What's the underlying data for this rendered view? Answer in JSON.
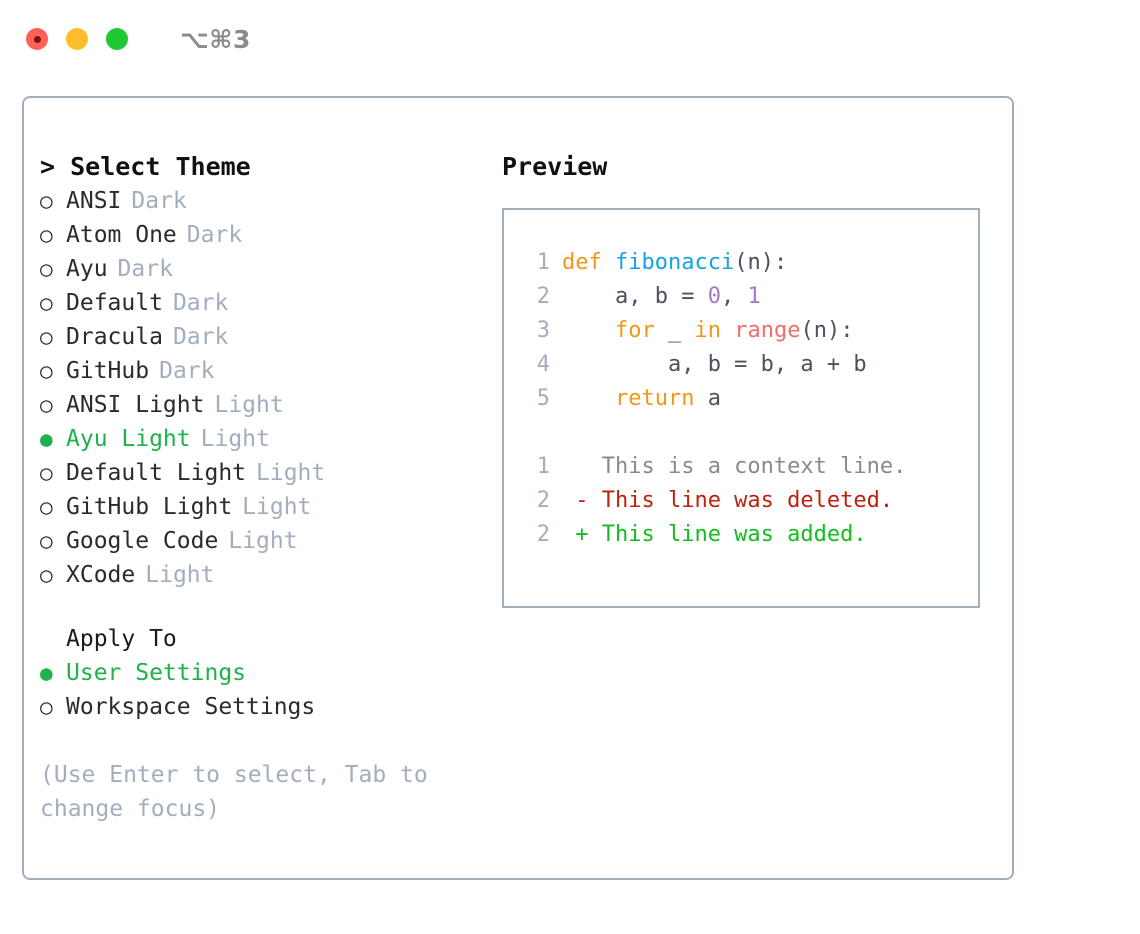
{
  "titlebar": {
    "shortcut": "⌥⌘3",
    "buttons": [
      "close",
      "minimize",
      "zoom"
    ]
  },
  "left": {
    "heading": "> Select Theme",
    "themes": [
      {
        "bullet": "○",
        "label": "ANSI",
        "tag": "Dark",
        "selected": false
      },
      {
        "bullet": "○",
        "label": "Atom One",
        "tag": "Dark",
        "selected": false
      },
      {
        "bullet": "○",
        "label": "Ayu",
        "tag": "Dark",
        "selected": false
      },
      {
        "bullet": "○",
        "label": "Default",
        "tag": "Dark",
        "selected": false
      },
      {
        "bullet": "○",
        "label": "Dracula",
        "tag": "Dark",
        "selected": false
      },
      {
        "bullet": "○",
        "label": "GitHub",
        "tag": "Dark",
        "selected": false
      },
      {
        "bullet": "○",
        "label": "ANSI Light",
        "tag": "Light",
        "selected": false
      },
      {
        "bullet": "●",
        "label": "Ayu Light",
        "tag": "Light",
        "selected": true
      },
      {
        "bullet": "○",
        "label": "Default Light",
        "tag": "Light",
        "selected": false
      },
      {
        "bullet": "○",
        "label": "GitHub Light",
        "tag": "Light",
        "selected": false
      },
      {
        "bullet": "○",
        "label": "Google Code",
        "tag": "Light",
        "selected": false
      },
      {
        "bullet": "○",
        "label": "XCode",
        "tag": "Light",
        "selected": false
      }
    ],
    "apply_to": {
      "title": "Apply To",
      "options": [
        {
          "bullet": "●",
          "label": "User Settings",
          "selected": true
        },
        {
          "bullet": "○",
          "label": "Workspace Settings",
          "selected": false
        }
      ]
    },
    "hint": "(Use Enter to select, Tab to change focus)"
  },
  "right": {
    "heading": "Preview",
    "code_lines": [
      {
        "num": "1",
        "tokens": [
          {
            "t": "def ",
            "c": "kw"
          },
          {
            "t": "fibonacci",
            "c": "fn"
          },
          {
            "t": "(n):",
            "c": "pln"
          }
        ]
      },
      {
        "num": "2",
        "tokens": [
          {
            "t": "    a, b = ",
            "c": "pln"
          },
          {
            "t": "0",
            "c": "num"
          },
          {
            "t": ", ",
            "c": "pln"
          },
          {
            "t": "1",
            "c": "num"
          }
        ]
      },
      {
        "num": "3",
        "tokens": [
          {
            "t": "    ",
            "c": "pln"
          },
          {
            "t": "for",
            "c": "kw"
          },
          {
            "t": " _ ",
            "c": "pln"
          },
          {
            "t": "in",
            "c": "kw"
          },
          {
            "t": " ",
            "c": "pln"
          },
          {
            "t": "range",
            "c": "bi"
          },
          {
            "t": "(n):",
            "c": "pln"
          }
        ]
      },
      {
        "num": "4",
        "tokens": [
          {
            "t": "        a, b = b, a + b",
            "c": "pln"
          }
        ]
      },
      {
        "num": "5",
        "tokens": [
          {
            "t": "    ",
            "c": "pln"
          },
          {
            "t": "return",
            "c": "kw"
          },
          {
            "t": " a",
            "c": "pln"
          }
        ]
      }
    ],
    "diff_lines": [
      {
        "num": "1",
        "tokens": [
          {
            "t": "   This is a context line.",
            "c": "ctx"
          }
        ]
      },
      {
        "num": "2",
        "tokens": [
          {
            "t": " - This line was deleted.",
            "c": "del"
          }
        ]
      },
      {
        "num": "2",
        "tokens": [
          {
            "t": " + This line was added.",
            "c": "add"
          }
        ]
      }
    ]
  },
  "colors": {
    "accent_green": "#1db24a",
    "border": "#a3aebd",
    "muted": "#a3aebd",
    "keyword": "#f2971a",
    "function": "#16a2e8",
    "number": "#a37acc",
    "builtin": "#f46d6d",
    "deleted": "#c0200f",
    "added": "#14bd1e"
  }
}
